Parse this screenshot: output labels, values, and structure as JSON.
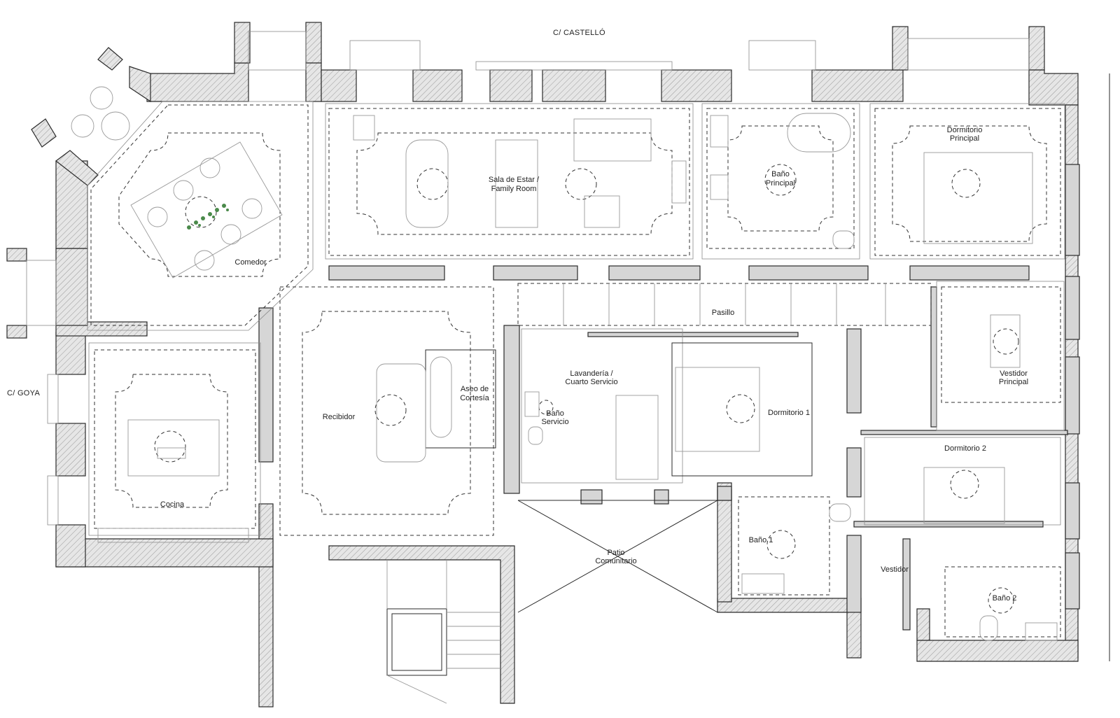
{
  "streets": {
    "north": "C/ CASTELLÓ",
    "west": "C/ GOYA"
  },
  "rooms": {
    "comedor": "Comedor",
    "sala_line1": "Sala de Estar /",
    "sala_line2": "Family Room",
    "bano_principal_line1": "Baño",
    "bano_principal_line2": "Principal",
    "dormitorio_principal_line1": "Dormitorio",
    "dormitorio_principal_line2": "Principal",
    "pasillo": "Pasillo",
    "vestidor_principal_line1": "Vestidor",
    "vestidor_principal_line2": "Principal",
    "cocina": "Cocina",
    "recibidor": "Recibidor",
    "aseo_line1": "Aseo de",
    "aseo_line2": "Cortesía",
    "lavanderia_line1": "Lavandería /",
    "lavanderia_line2": "Cuarto Servicio",
    "bano_servicio_line1": "Baño",
    "bano_servicio_line2": "Servicio",
    "dormitorio1": "Dormitorio 1",
    "dormitorio2": "Dormitorio 2",
    "patio_line1": "Patio",
    "patio_line2": "Comunitario",
    "bano1": "Baño 1",
    "vestidor": "Vestidor",
    "bano2": "Baño 2"
  },
  "colors": {
    "wall_fill": "#d6d6d6",
    "line": "#2a2a2a",
    "plant": "#4a8a4a"
  }
}
